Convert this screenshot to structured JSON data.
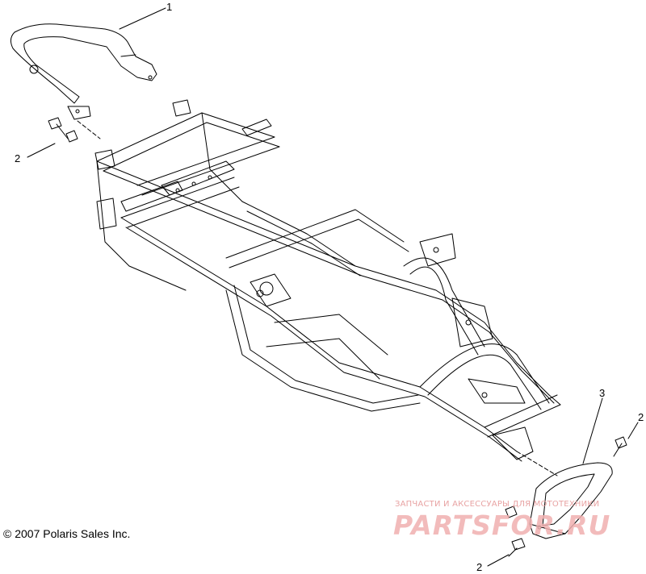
{
  "callouts": {
    "part_1": "1",
    "part_2_left": "2",
    "part_3": "3",
    "part_2_right": "2",
    "part_2_bottom": "2"
  },
  "copyright": "© 2007 Polaris Sales Inc.",
  "watermark": {
    "tagline": "ЗАПЧАСТИ И АКСЕССУАРЫ ДЛЯ МОТОТЕХНИКИ",
    "logo": "PARTSFOR.RU",
    "color": "#f0b0b0"
  },
  "line_color": "#000000"
}
